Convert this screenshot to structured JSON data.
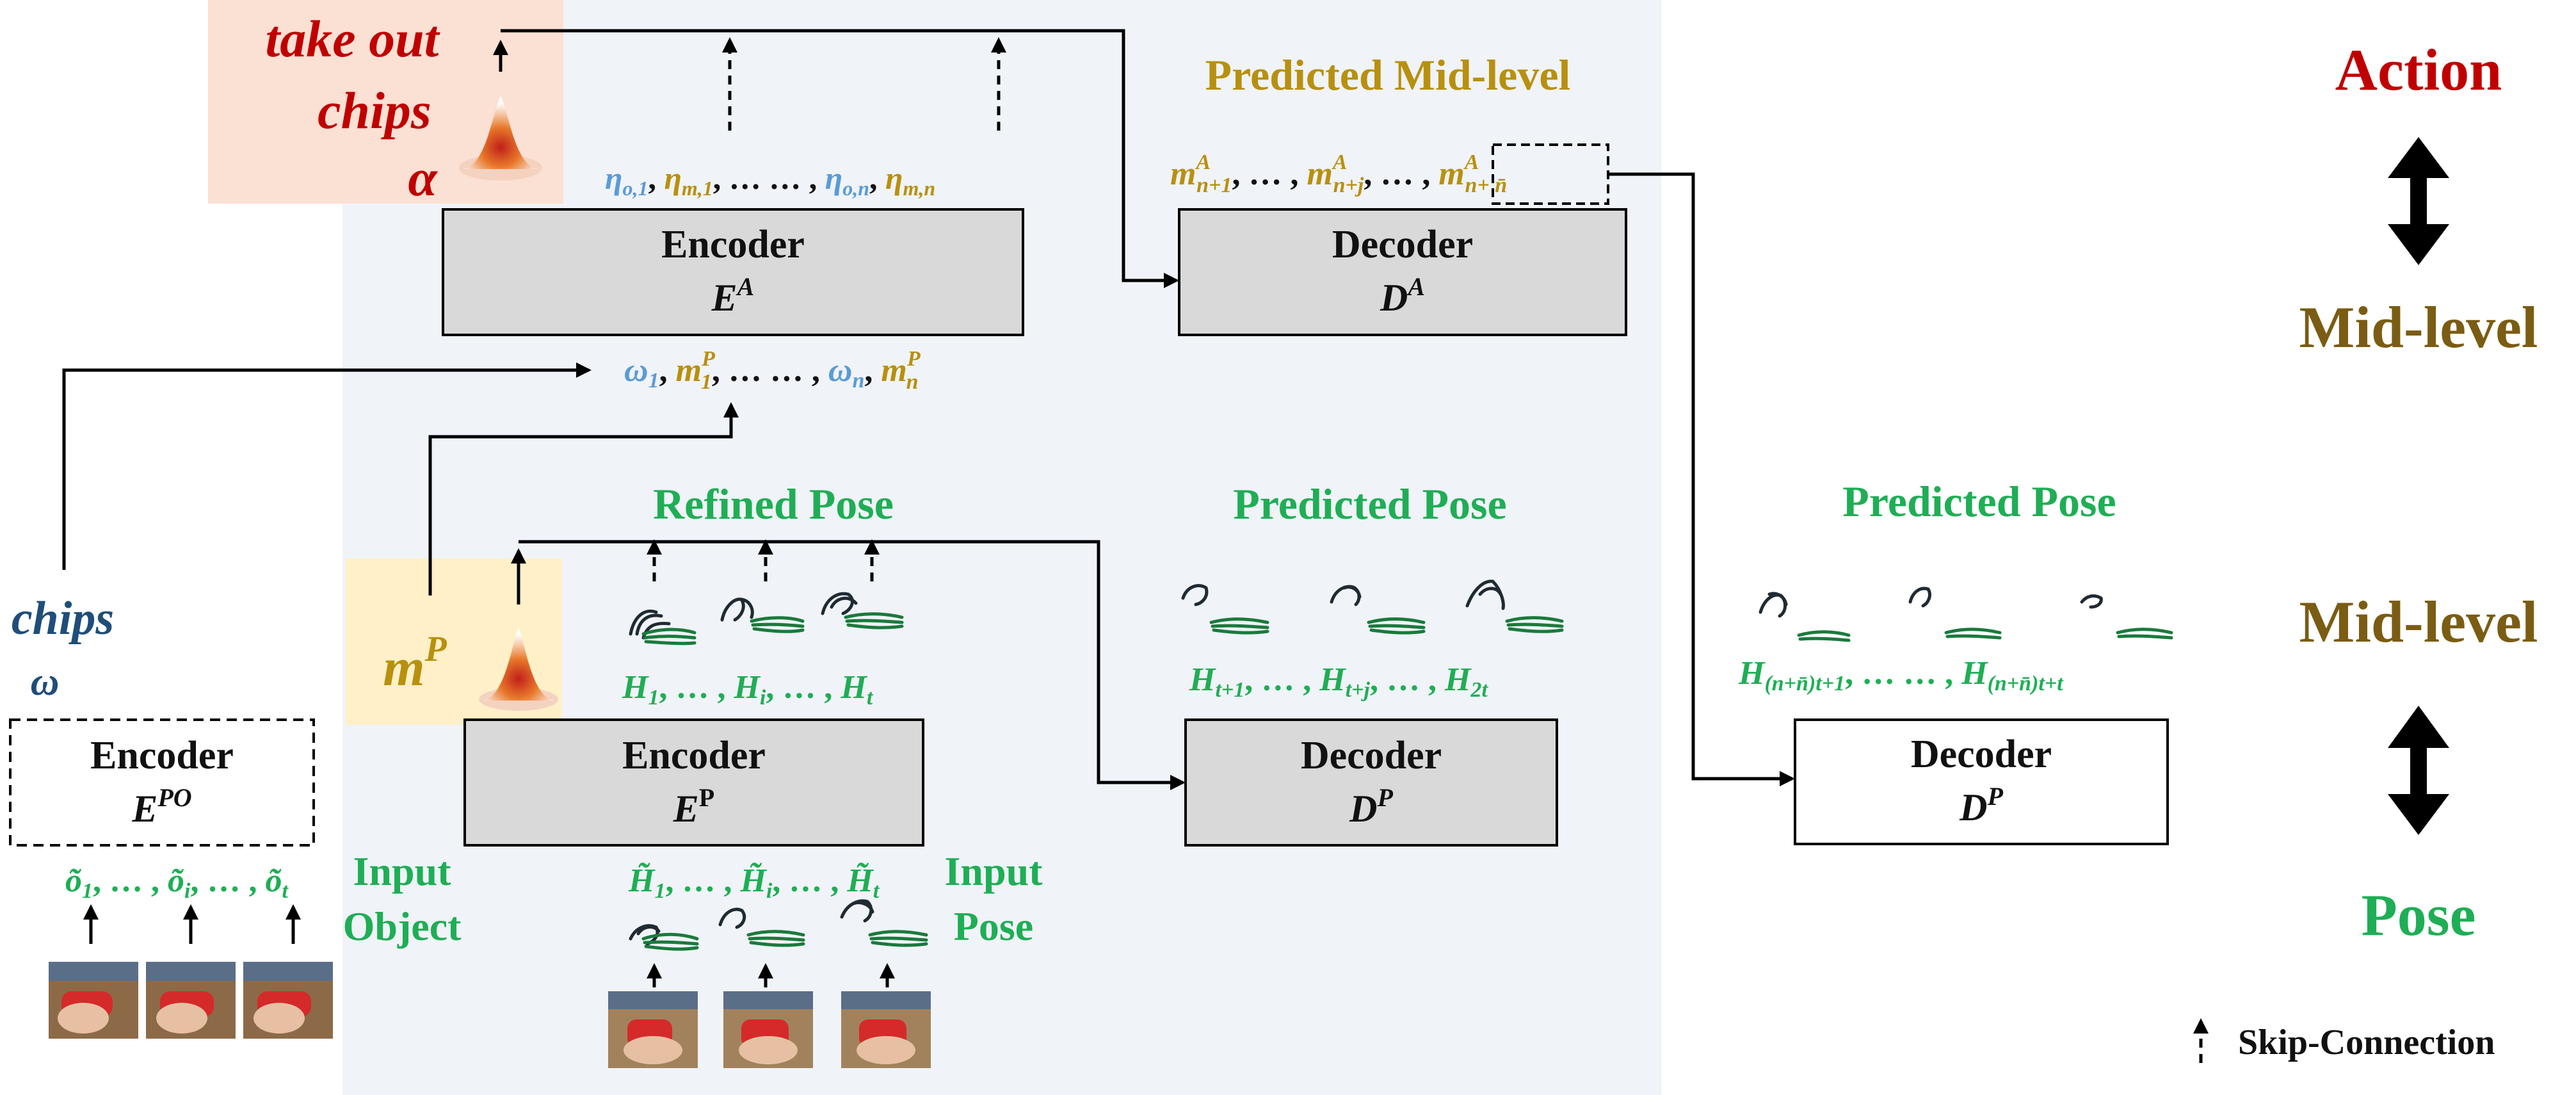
{
  "action_text": [
    "take out",
    "chips"
  ],
  "alpha": "α",
  "object_word": "chips",
  "omega": "ω",
  "mp_label": "m",
  "mp_sup": "P",
  "levels": {
    "action": "Action",
    "mid1": "Mid-level",
    "mid2": "Mid-level",
    "pose": "Pose"
  },
  "headings": {
    "predicted_mid": "Predicted Mid-level",
    "refined_pose": "Refined Pose",
    "predicted_pose_1": "Predicted Pose",
    "predicted_pose_2": "Predicted Pose",
    "input_object": [
      "Input",
      "Object"
    ],
    "input_pose": [
      "Input",
      "Pose"
    ]
  },
  "boxes": {
    "encoder_a": {
      "title": "Encoder",
      "sym": "E",
      "sup": "A"
    },
    "decoder_a": {
      "title": "Decoder",
      "sym": "D",
      "sup": "A"
    },
    "encoder_p": {
      "title": "Encoder",
      "sym": "E",
      "sup": "P"
    },
    "decoder_p1": {
      "title": "Decoder",
      "sym": "D",
      "sup": "P"
    },
    "decoder_p2": {
      "title": "Decoder",
      "sym": "D",
      "sup": "P"
    },
    "encoder_po": {
      "title": "Encoder",
      "sym": "E",
      "sup": "PO"
    }
  },
  "sequences": {
    "eta": "η_o,1, η_m,1, … … , η_o,n, η_m,n",
    "omega_m": "ω_1, m_1^P, … … , ω_n, m_n^P",
    "pred_mid": "m_n+1^A, … , m_n+j^A, … , m_n+n̄^A",
    "h_refined": "H_1, … , H_i, … , H_t",
    "h_pred": "H_t+1, … , H_t+j, … , H_2t",
    "h_pred2": "H_(n+n̄)t+1, … … , H_(n+n̄)t+t",
    "h_input": "H̃_1, … , H̃_i, … , H̃_t",
    "o_input": "õ_1, … , õ_i, … , õ_t"
  },
  "legend": {
    "skip": "Skip-Connection"
  },
  "colors": {
    "green": "#1fae55",
    "gold": "#b8900f",
    "blue": "#5b9bd5",
    "dark_red": "#c00000",
    "brown": "#7a5c13",
    "panel": "#f0f3f8",
    "action_bg": "#fbe0d4",
    "mp_bg": "#fff0c8",
    "box_fill": "#d9d9d9"
  }
}
